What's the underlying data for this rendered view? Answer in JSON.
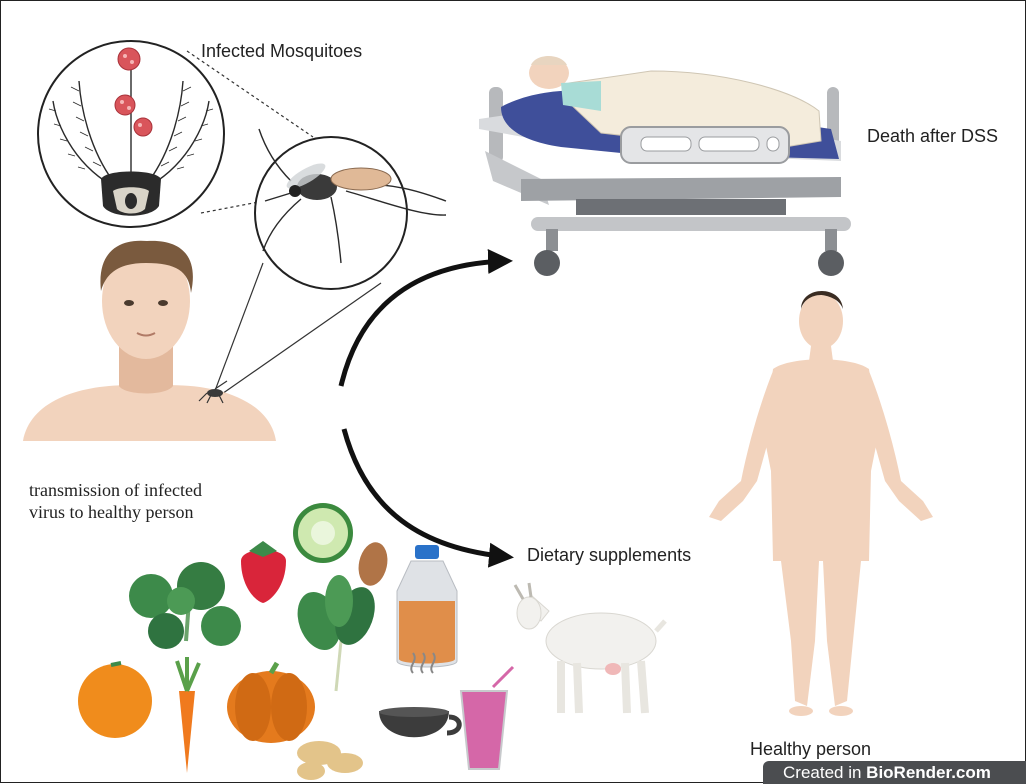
{
  "labels": {
    "infected_mosquitoes": "Infected Mosquitoes",
    "death_after_dss": "Death after  DSS",
    "transmission_line1": "transmission of infected",
    "transmission_line2": "virus to healthy person",
    "dietary_supplements": "Dietary supplements",
    "healthy_person": "Healthy person"
  },
  "watermark": {
    "prefix": "Created in ",
    "brand": "BioRender.com"
  },
  "colors": {
    "skin": "#f2d3bd",
    "skin_shadow": "#e3b99d",
    "hair": "#7a5a3e",
    "bed_frame": "#b7b9bc",
    "mattress": "#3f4f9a",
    "sheet": "#f4ecdc",
    "arrow": "#111111",
    "orange": "#f08c1c",
    "pumpkin": "#e47a1d",
    "leaf": "#3d8a4a",
    "strawberry": "#d9253a",
    "juice": "#e08e4a",
    "smoothie": "#d567a8",
    "goat": "#f2f1ee"
  },
  "icons": [
    "mosquito-icon",
    "magnifier-circle-icon",
    "virus-particle-icon",
    "man-bust-icon",
    "hospital-bed-icon",
    "patient-icon",
    "healthy-man-icon",
    "kale-icon",
    "strawberry-icon",
    "cucumber-slice-icon",
    "almond-icon",
    "spinach-icon",
    "juice-bottle-icon",
    "orange-icon",
    "carrot-icon",
    "pumpkin-icon",
    "ginger-icon",
    "tea-cup-icon",
    "smoothie-glass-icon",
    "goat-icon"
  ]
}
